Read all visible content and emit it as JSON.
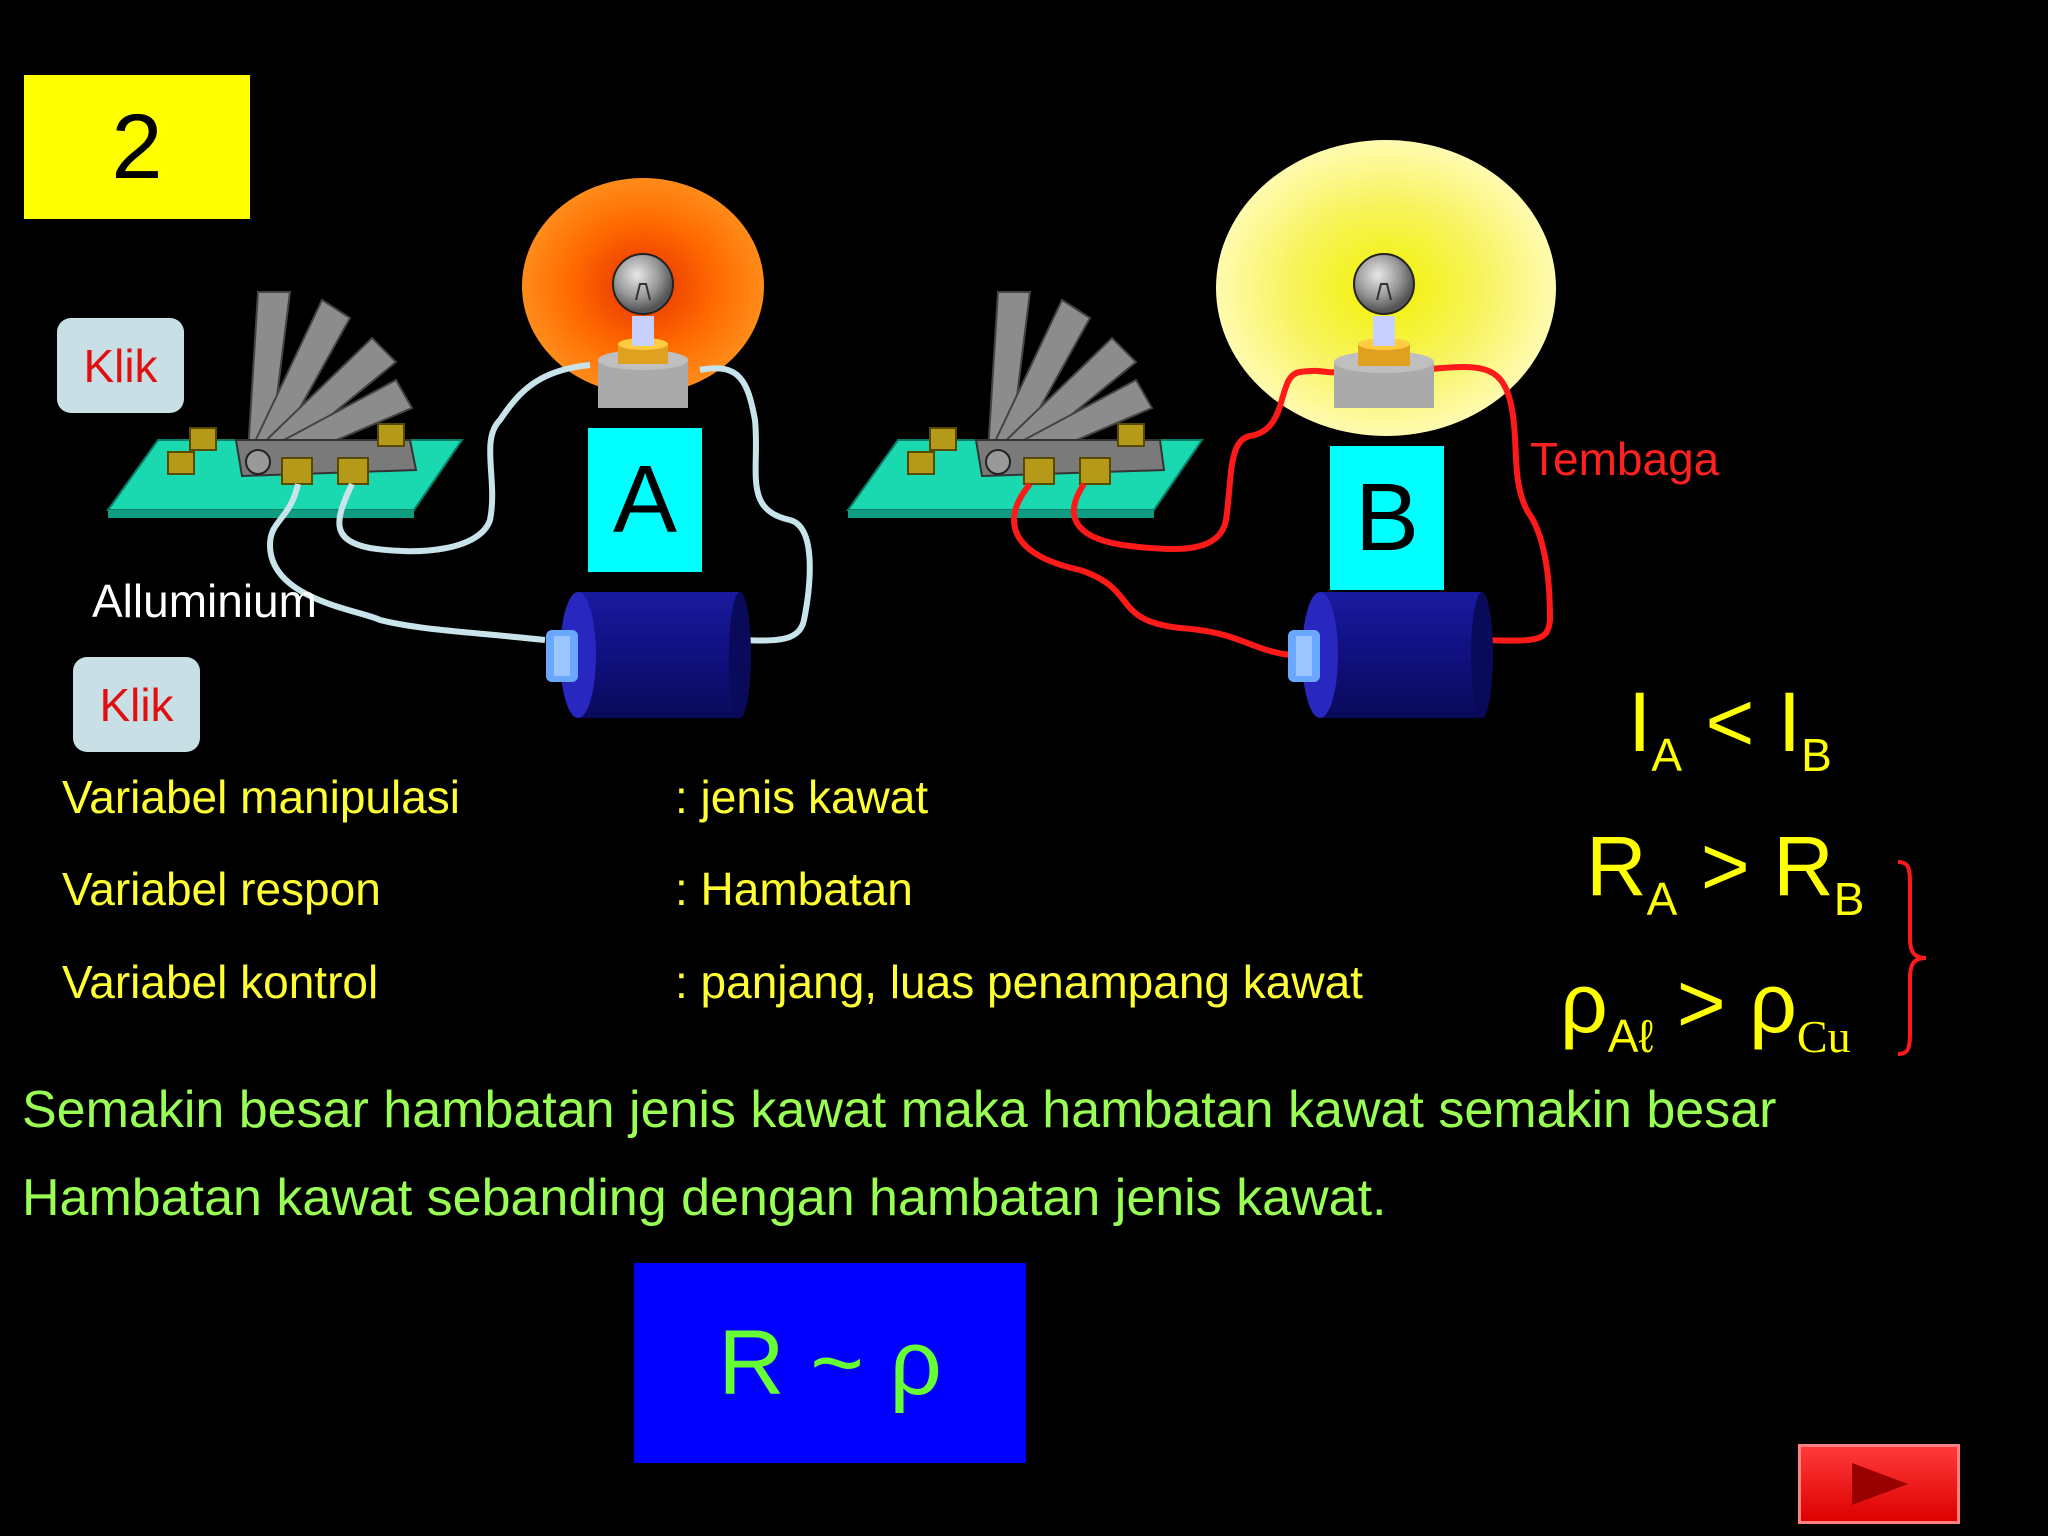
{
  "slide": {
    "number": "2"
  },
  "buttons": {
    "klik_top": "Klik",
    "klik_bottom": "Klik"
  },
  "circuit": {
    "label_a": "A",
    "label_b": "B",
    "wire_a_name": "Alluminium",
    "wire_b_name": "Tembaga"
  },
  "variables": {
    "manipulasi": {
      "label": "Variabel manipulasi",
      "value": ": jenis kawat"
    },
    "respon": {
      "label": "Variabel respon",
      "value": ": Hambatan"
    },
    "kontrol": {
      "label": "Variabel kontrol",
      "value": ": panjang, luas penampang kawat"
    }
  },
  "relations": {
    "current": {
      "left": "I",
      "left_sub": "A",
      "op": "<",
      "right": "I",
      "right_sub": "B"
    },
    "resistance": {
      "left": "R",
      "left_sub": "A",
      "op": ">",
      "right": "R",
      "right_sub": "B"
    },
    "resistivity": {
      "left": "ρ",
      "left_sub": "Aℓ",
      "op": ">",
      "right": "ρ",
      "right_sub": "Cu"
    }
  },
  "conclusions": [
    "Semakin besar hambatan jenis kawat maka hambatan kawat semakin besar",
    "Hambatan kawat sebanding dengan hambatan jenis kawat."
  ],
  "formula": "R ~ ρ",
  "colors": {
    "background": "#000000",
    "slide_number_bg": "#ffff00",
    "label_bg": "#00ffff",
    "variable_text": "#ffff33",
    "relation_text": "#ffff00",
    "conclusion_text": "#99ff55",
    "formula_bg": "#0000ff",
    "formula_text": "#66ff33",
    "wire_aluminium": "#c8e4ea",
    "wire_copper": "#ff1a1a",
    "glow_a": "#ff7a00",
    "glow_b": "#ffff99",
    "next_button": "#ee1111"
  },
  "icons": {
    "next": "play-triangle-icon",
    "bulb": "light-bulb-icon",
    "battery": "battery-icon",
    "switch": "rotary-switch-icon"
  }
}
